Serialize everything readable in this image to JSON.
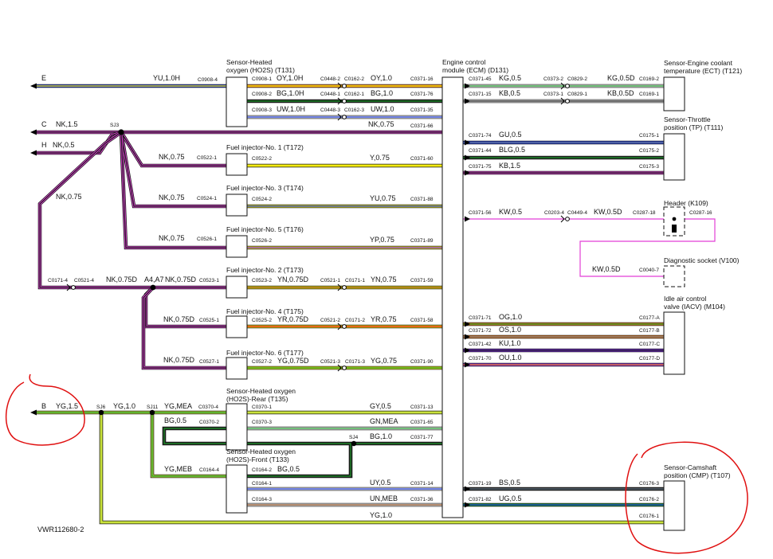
{
  "diagram_id": "VWR112680-2",
  "connectors": {
    "E": "E",
    "C": "C",
    "H": "H",
    "B": "B"
  },
  "components": {
    "ho2s_t131": [
      "Sensor-Heated",
      "oxygen (HO2S) (T131)"
    ],
    "ecm": [
      "Engine control",
      "module (ECM) (D131)"
    ],
    "ect": [
      "Sensor-Engine coolant",
      "temperature (ECT) (T121)"
    ],
    "tp": [
      "Sensor-Throttle",
      "position (TP) (T111)"
    ],
    "inj1": [
      "Fuel injector-No. 1 (T172)"
    ],
    "inj3": [
      "Fuel injector-No. 3 (T174)"
    ],
    "inj5": [
      "Fuel injector-No. 5 (T176)"
    ],
    "inj2": [
      "Fuel injector-No. 2 (T173)"
    ],
    "inj4": [
      "Fuel injector-No. 4 (T175)"
    ],
    "inj6": [
      "Fuel injector-No. 6 (T177)"
    ],
    "header": [
      "Header (K109)"
    ],
    "diag": [
      "Diagnostic socket (V100)"
    ],
    "iacv": [
      "Idle air control",
      "valve (IACV) (M104)"
    ],
    "ho2s_rear": [
      "Sensor-Heated oxygen",
      "(HO2S)-Rear (T135)"
    ],
    "ho2s_front": [
      "Sensor-Heated oxygen",
      "(HO2S)-Front (T133)"
    ],
    "cmp": [
      "Sensor-Camshaft",
      "position (CMP) (T107)"
    ]
  },
  "splices": {
    "sj3": "SJ3",
    "sj6": "SJ6",
    "sj11": "SJ11",
    "sj4": "SJ4",
    "a4a7": "A4,A7"
  },
  "wire_labels": {
    "e_left": "YU,1.0H",
    "c_left": "NK,1.5",
    "h_left": "NK,0.5",
    "nk075_v": "NK,0.75",
    "ho_oy1": "OY,1.0H",
    "ho_oy2": "OY,1.0",
    "ho_bg1": "BG,1.0H",
    "ho_bg2": "BG,1.0",
    "ho_uw1": "UW,1.0H",
    "ho_uw2": "UW,1.0",
    "nk_c66": "NK,0.75",
    "i1_in": "NK,0.75",
    "i1_out": "Y,0.75",
    "i3_in": "NK,0.75",
    "i3_out": "YU,0.75",
    "i5_in": "NK,0.75",
    "i5_out": "YP,0.75",
    "nk075d_l": "NK,0.75D",
    "nk075d_a4": "NK,0.75D",
    "i2_a": "YN,0.75D",
    "i2_b": "YN,0.75",
    "i4_in": "NK,0.75D",
    "i4_a": "YR,0.75D",
    "i4_b": "YR,0.75",
    "i6_in": "NK,0.75D",
    "i6_a": "YG,0.75D",
    "i6_b": "YG,0.75",
    "b_left": "YG,1.5",
    "sj6_r": "YG,1.0",
    "yg_mea": "YG,MEA",
    "gy05": "GY,0.5",
    "bg05_l": "BG,0.5",
    "gn_mea": "GN,MEA",
    "bg10_sj4": "BG,1.0",
    "yg_meb": "YG,MEB",
    "bg05_r": "BG,0.5",
    "uy05": "UY,0.5",
    "un_meb": "UN,MEB",
    "yg10_b": "YG,1.0",
    "ect_kg05": "KG,0.5",
    "ect_kg05d": "KG,0.5D",
    "ect_kb05": "KB,0.5",
    "ect_kb05d": "KB,0.5D",
    "tp_gu": "GU,0.5",
    "tp_blg": "BLG,0.5",
    "tp_kb": "KB,1.5",
    "kw05": "KW,0.5",
    "kw05d": "KW,0.5D",
    "kw05d_diag": "KW,0.5D",
    "og": "OG,1.0",
    "os": "OS,1.0",
    "ku": "KU,1.0",
    "ou": "OU,1.0",
    "cmp_bs": "BS,0.5",
    "cmp_ug": "UG,0.5"
  },
  "pins": {
    "c0908_4": "C0908-4",
    "c0908_1": "C0908-1",
    "c0908_2": "C0908-2",
    "c0908_3": "C0908-3",
    "c0448_2": "C0448-2",
    "c0162_2": "C0162-2",
    "c0448_1": "C0448-1",
    "c0162_1": "C0162-1",
    "c0448_3": "C0448-3",
    "c0162_3": "C0162-3",
    "c0371_16": "C0371-16",
    "c0371_76": "C0371-76",
    "c0371_35": "C0371-35",
    "c0371_66": "C0371-66",
    "c0522_1": "C0522-1",
    "c0522_2": "C0522-2",
    "c0371_60": "C0371-60",
    "c0524_1": "C0524-1",
    "c0524_2": "C0524-2",
    "c0371_88": "C0371-88",
    "c0526_1": "C0526-1",
    "c0526_2": "C0526-2",
    "c0371_89": "C0371-89",
    "c0171_4": "C0171-4",
    "c0521_4": "C0521-4",
    "c0523_1": "C0523-1",
    "c0523_2": "C0523-2",
    "c0521_1": "C0521-1",
    "c0171_1": "C0171-1",
    "c0371_59": "C0371-59",
    "c0525_1": "C0525-1",
    "c0525_2": "C0525-2",
    "c0521_2": "C0521-2",
    "c0171_2": "C0171-2",
    "c0371_58": "C0371-58",
    "c0527_1": "C0527-1",
    "c0527_2": "C0527-2",
    "c0521_3": "C0521-3",
    "c0171_3": "C0171-3",
    "c0371_90": "C0371-90",
    "c0370_4": "C0370-4",
    "c0370_1": "C0370-1",
    "c0370_2": "C0370-2",
    "c0370_3": "C0370-3",
    "c0371_13": "C0371-13",
    "c0371_65": "C0371-65",
    "c0371_77": "C0371-77",
    "c0164_4": "C0164-4",
    "c0164_2": "C0164-2",
    "c0164_1": "C0164-1",
    "c0164_3": "C0164-3",
    "c0371_14": "C0371-14",
    "c0371_36": "C0371-36",
    "c0371_45": "C0371-45",
    "c0373_2": "C0373-2",
    "c0829_2": "C0829-2",
    "c0169_2": "C0169-2",
    "c0371_15": "C0371-15",
    "c0373_1": "C0373-1",
    "c0829_1": "C0829-1",
    "c0169_1": "C0169-1",
    "c0371_74": "C0371-74",
    "c0175_1": "C0175-1",
    "c0371_44": "C0371-44",
    "c0175_2": "C0175-2",
    "c0371_75": "C0371-75",
    "c0175_3": "C0175-3",
    "c0371_56": "C0371-56",
    "c0203_4": "C0203-4",
    "c0449_4": "C0449-4",
    "c0287_18": "C0287-18",
    "c0287_16": "C0287-16",
    "c0040_7": "C0040-7",
    "c0371_71": "C0371-71",
    "c0177_a": "C0177-A",
    "c0371_72": "C0371-72",
    "c0177_b": "C0177-B",
    "c0371_42": "C0371-42",
    "c0177_c": "C0177-C",
    "c0371_70": "C0371-70",
    "c0177_d": "C0177-D",
    "c0371_19": "C0371-19",
    "c0176_3": "C0176-3",
    "c0371_82": "C0371-82",
    "c0176_2": "C0176-2",
    "c0176_1": "C0176-1"
  },
  "colors": {
    "black": "#1a1a1a",
    "blue": "#1f3bd6",
    "yellow": "#f3ea10",
    "pink": "#e23fd6",
    "green": "#1e9a2a",
    "white": "#ffffff",
    "brown": "#8a4a1c",
    "orange": "#f07d1a",
    "red": "#e21b1b",
    "purple": "#7a28e0",
    "slate": "#6a7a8a",
    "lime": "#c9e23a",
    "annotation": "#e01010"
  }
}
